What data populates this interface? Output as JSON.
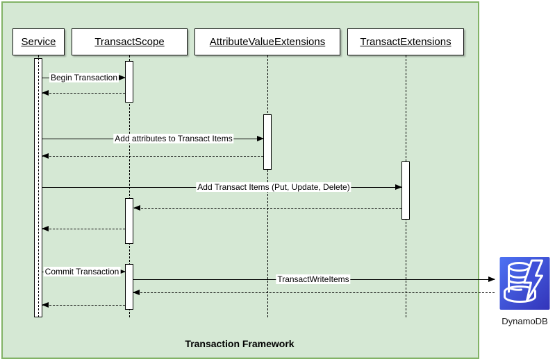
{
  "frame": {
    "title": "Transaction Framework",
    "background_color": "#d5e8d4",
    "border_color": "#82b366"
  },
  "participants": [
    {
      "label": "Service"
    },
    {
      "label": "TransactScope"
    },
    {
      "label": "AttributeValueExtensions"
    },
    {
      "label": "TransactExtensions"
    }
  ],
  "messages": [
    {
      "label": "Begin Transaction",
      "from": "Service",
      "to": "TransactScope",
      "type": "call"
    },
    {
      "label": "",
      "from": "TransactScope",
      "to": "Service",
      "type": "return"
    },
    {
      "label": "Add attributes to Transact Items",
      "from": "Service",
      "to": "AttributeValueExtensions",
      "type": "call"
    },
    {
      "label": "",
      "from": "AttributeValueExtensions",
      "to": "Service",
      "type": "return"
    },
    {
      "label": "Add Transact Items (Put, Update, Delete)",
      "from": "Service",
      "to": "TransactExtensions",
      "type": "call"
    },
    {
      "label": "",
      "from": "TransactExtensions",
      "to": "TransactScope",
      "type": "return"
    },
    {
      "label": "",
      "from": "TransactScope",
      "to": "Service",
      "type": "return"
    },
    {
      "label": "Commit Transaction",
      "from": "Service",
      "to": "TransactScope",
      "type": "call"
    },
    {
      "label": "TransactWriteItems",
      "from": "TransactScope",
      "to": "DynamoDB",
      "type": "call"
    },
    {
      "label": "",
      "from": "DynamoDB",
      "to": "TransactScope",
      "type": "return"
    },
    {
      "label": "",
      "from": "TransactScope",
      "to": "Service",
      "type": "return"
    }
  ],
  "external_actor": {
    "label": "DynamoDB",
    "icon": "dynamodb-icon",
    "icon_gradient_top": "#4D72F3",
    "icon_gradient_bottom": "#3334B9"
  }
}
